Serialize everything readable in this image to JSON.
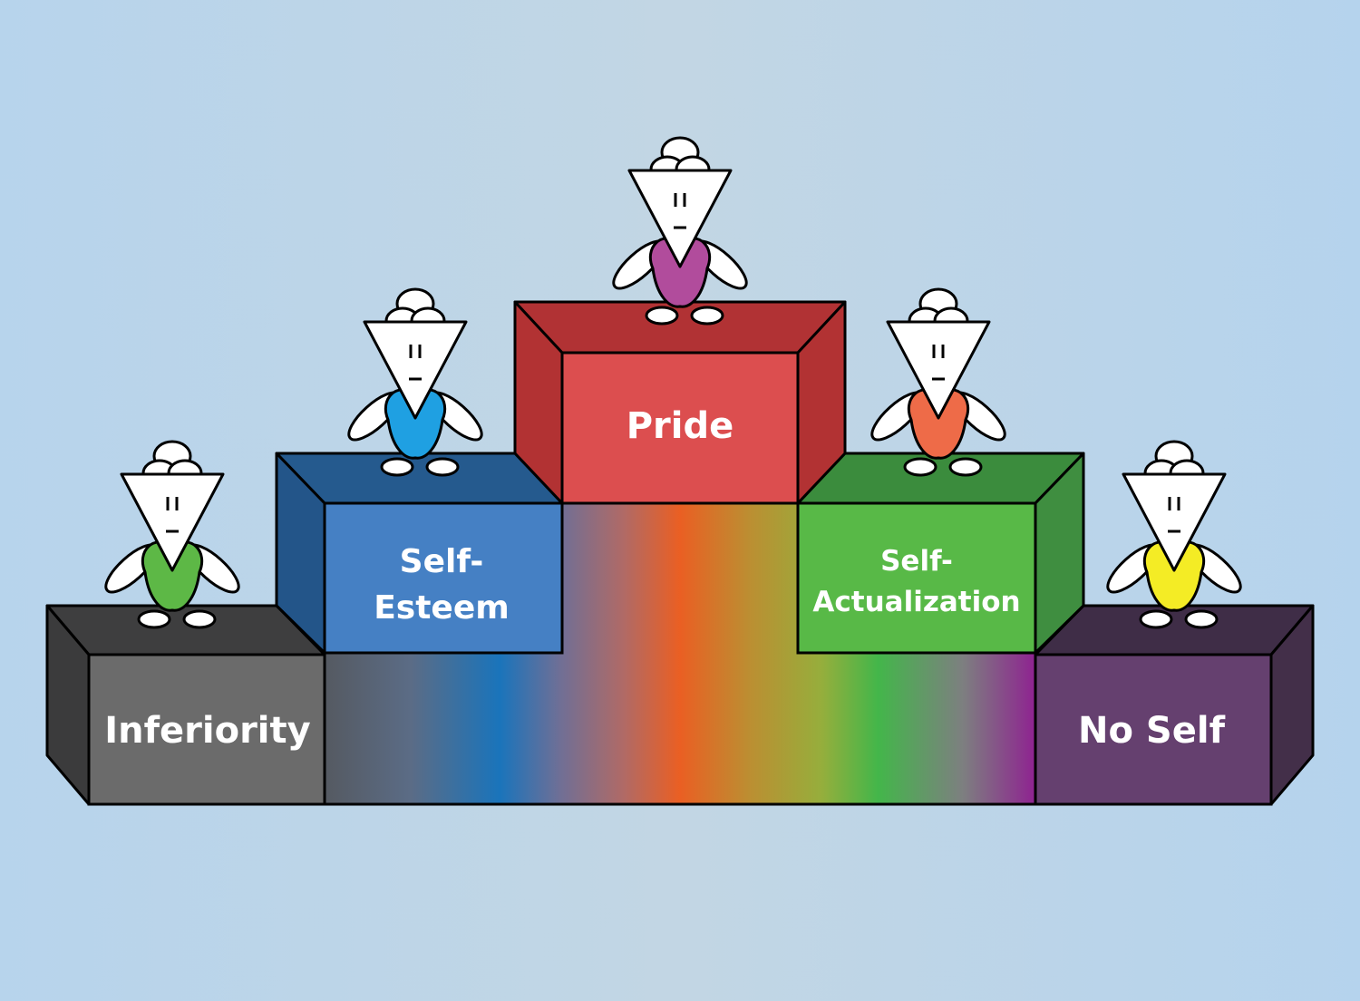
{
  "labels": {
    "inferiority": "Inferiority",
    "self_esteem_line1": "Self-",
    "self_esteem_line2": "Esteem",
    "pride": "Pride",
    "self_actualization_line1": "Self-",
    "self_actualization_line2": "Actualization",
    "no_self": "No Self"
  },
  "colors": {
    "background": "#bcd5ea",
    "inferiority": "#6b6b6b",
    "self_esteem": "#4580c4",
    "pride": "#dc4e4f",
    "self_actualization": "#58b947",
    "no_self": "#65406f",
    "figure_green": "#5db846",
    "figure_blue": "#1fa0e2",
    "figure_purple": "#b14c9c",
    "figure_orange": "#ee6b48",
    "figure_yellow": "#f4ec25"
  }
}
